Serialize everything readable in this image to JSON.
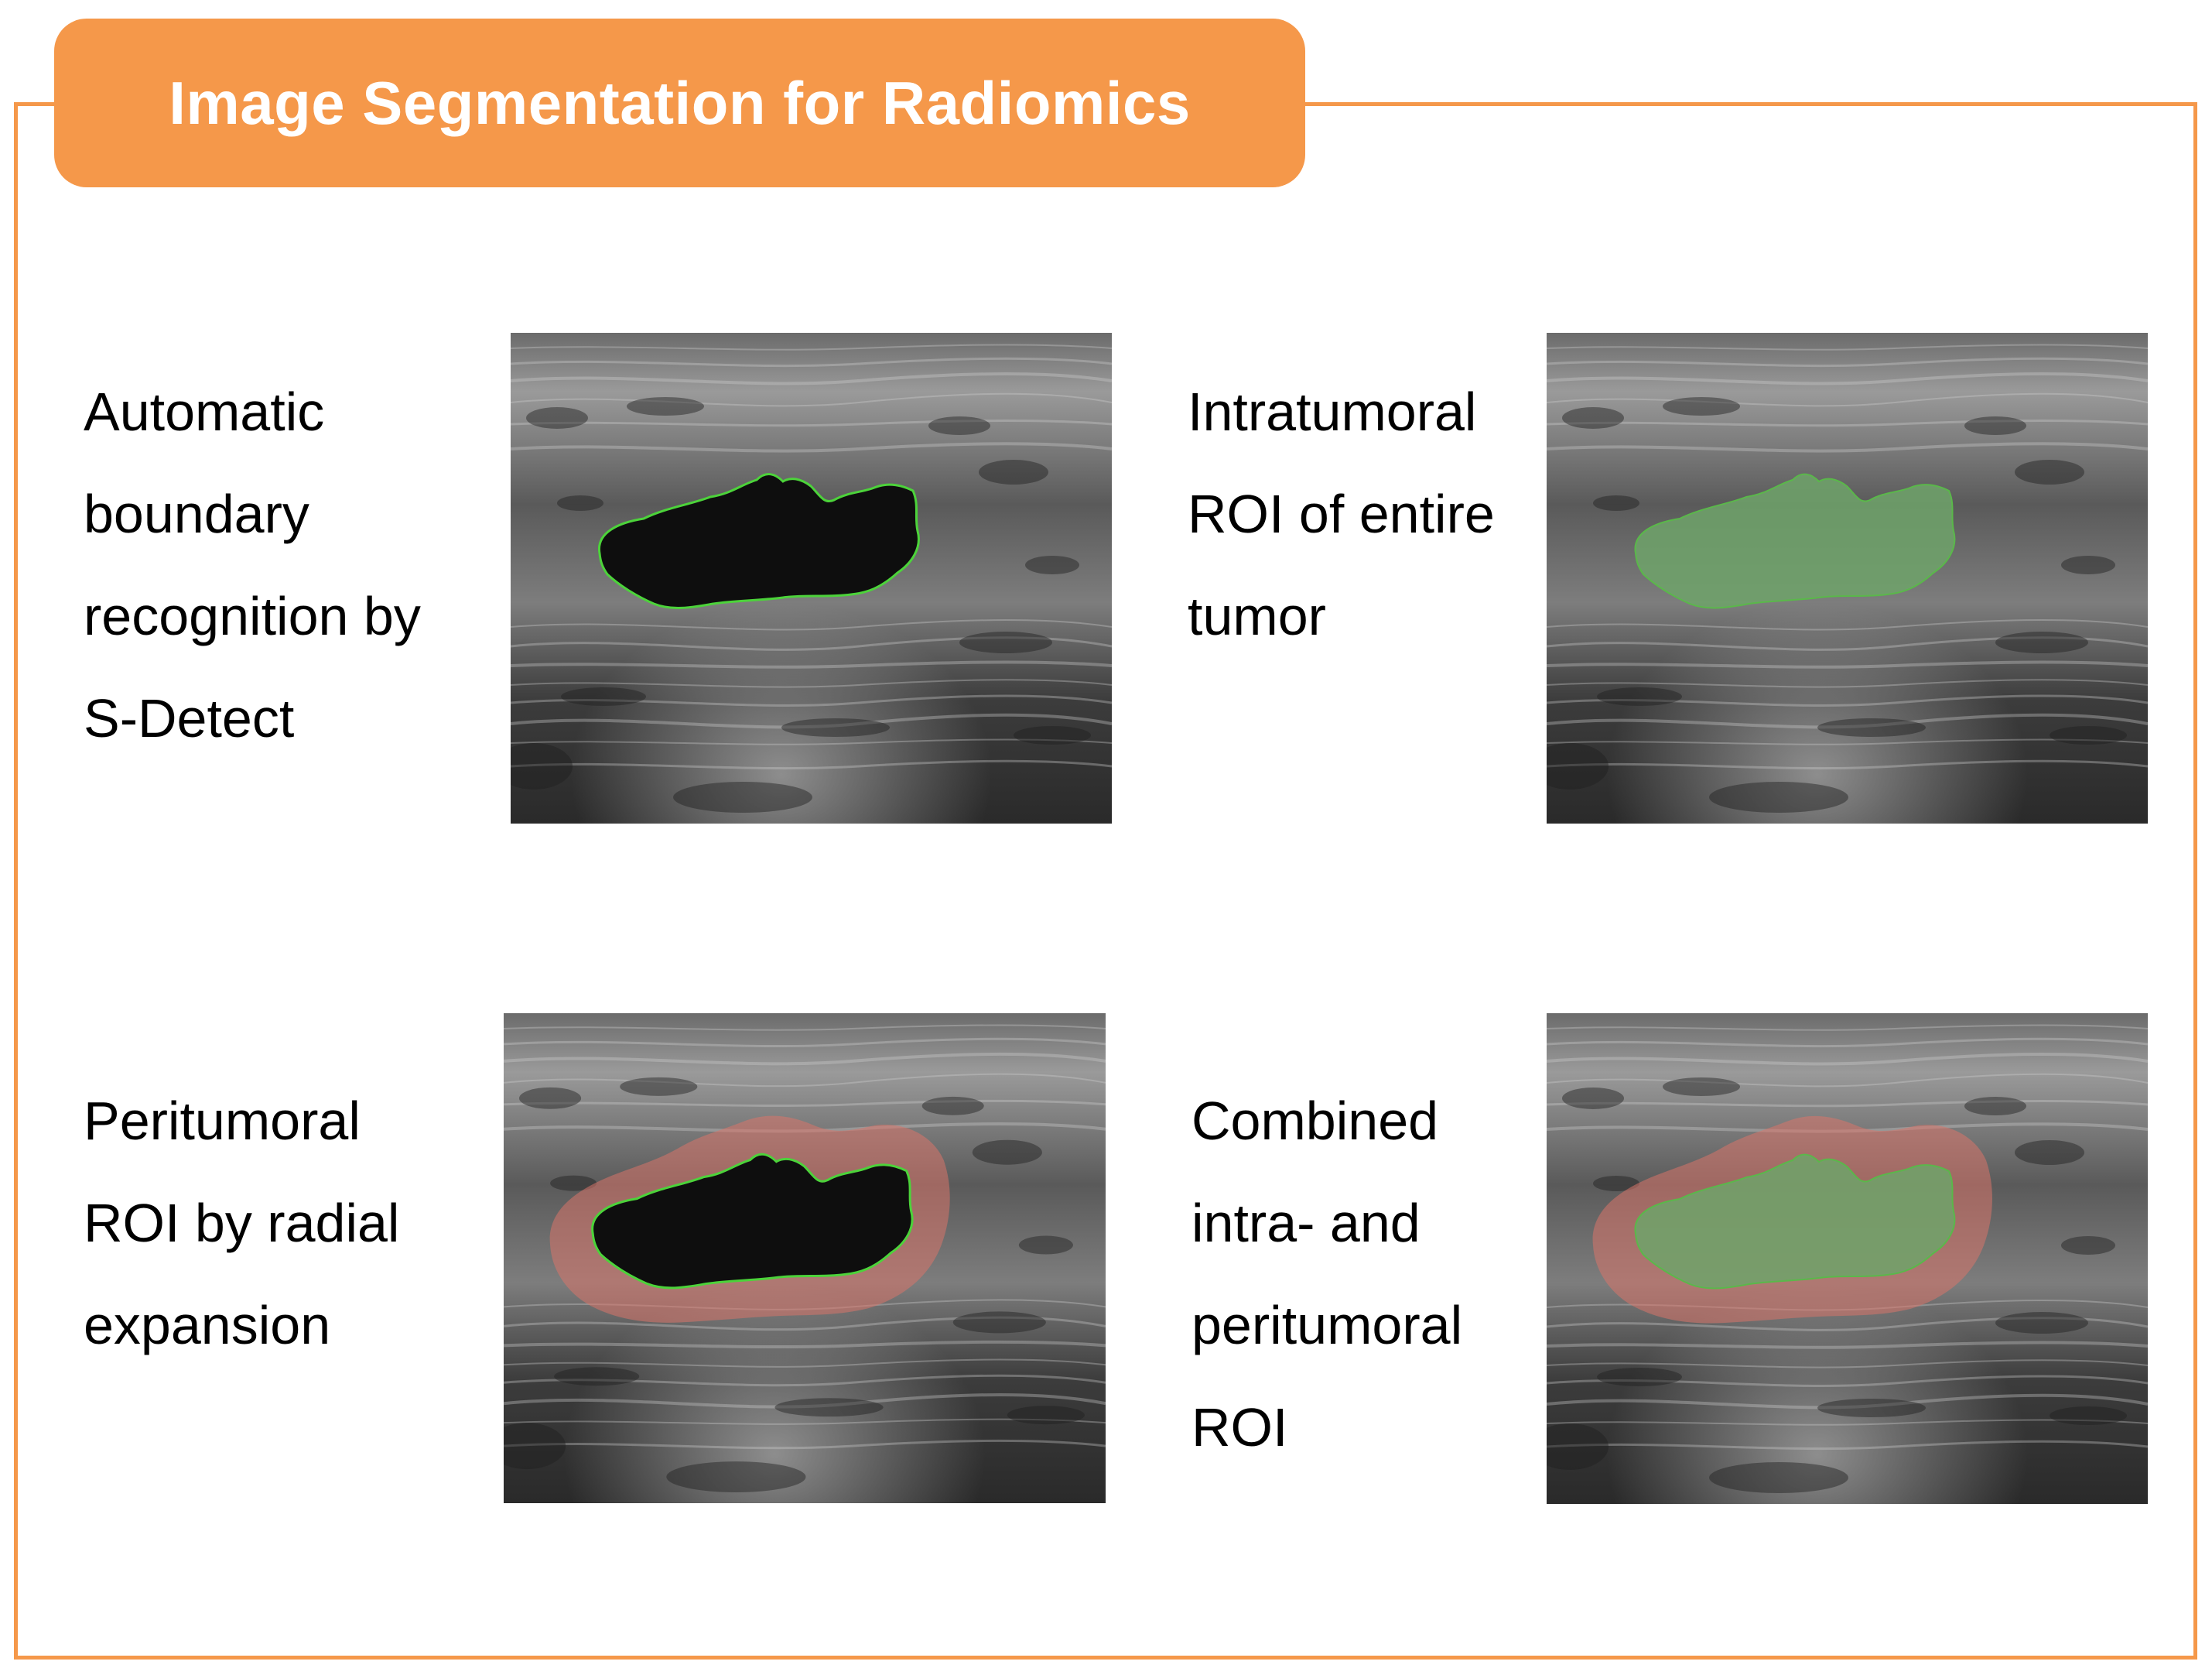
{
  "title": "Image Segmentation for Radiomics",
  "colors": {
    "accent": "#F5984A",
    "boundary": "#4CD33A",
    "intratumoral_fill": "#6FA36A",
    "peritumoral_fill": "#D9746A"
  },
  "panels": [
    {
      "id": "boundary",
      "caption_lines": [
        "Automatic",
        "boundary",
        "recognition by",
        "S-Detect"
      ],
      "overlay": "boundary-outline"
    },
    {
      "id": "intratumoral",
      "caption_lines": [
        "Intratumoral",
        "ROI of entire",
        "tumor"
      ],
      "overlay": "intratumoral-fill"
    },
    {
      "id": "peritumoral",
      "caption_lines": [
        "Peritumoral",
        "ROI by radial",
        "expansion"
      ],
      "overlay": "peritumoral-ring"
    },
    {
      "id": "combined",
      "caption_lines": [
        "Combined",
        "intra- and",
        "peritumoral",
        "ROI"
      ],
      "overlay": "combined-fill"
    }
  ]
}
